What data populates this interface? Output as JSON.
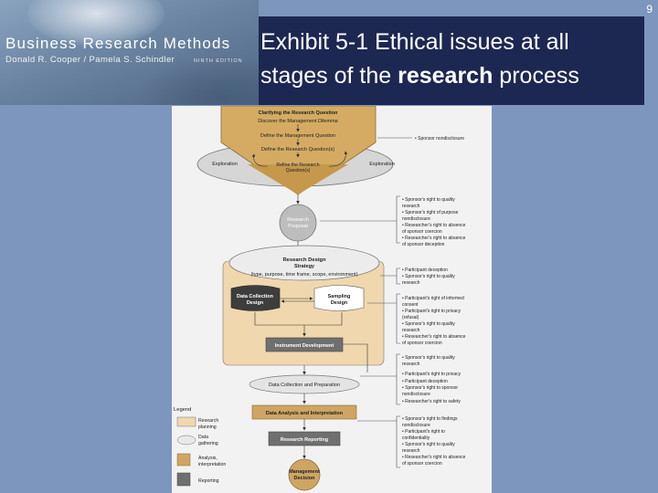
{
  "page_number": "9",
  "book": {
    "title": "Business Research Methods",
    "authors": "Donald R. Cooper / Pamela S. Schindler",
    "edition": "NINTH EDITION"
  },
  "slide_title": {
    "line1": "Exhibit 5-1 Ethical issues at all",
    "line2_pre": "stages of the ",
    "line2_bold": "research",
    "line2_post": " process"
  },
  "diagram": {
    "funnel_items": [
      "Clarifying the Research Question",
      "Discover the Management Dilemma",
      "Define the Management Question",
      "Define the Research Question(s)"
    ],
    "exploration_left": "Exploration",
    "exploration_right": "Exploration",
    "refine": [
      "Refine the Research",
      "Question(s)"
    ],
    "research_proposal": [
      "Research",
      "Proposal"
    ],
    "design": {
      "title": "Research Design",
      "strategy": "Strategy",
      "strategy_detail": "(type, purpose, time frame, scope, environment)",
      "data_collection": [
        "Data Collection",
        "Design"
      ],
      "sampling": [
        "Sampling",
        "Design"
      ],
      "instrument": "Instrument Development"
    },
    "data_collection_prep": "Data Collection and Preparation",
    "analysis": "Data Analysis and Interpretation",
    "reporting": "Research Reporting",
    "decision": [
      "Management",
      "Decision"
    ],
    "issue_groups": [
      [
        "• Sponsor nondisclosure"
      ],
      [
        "• Sponsor's right to quality",
        "  research",
        "• Sponsor's right of purpose",
        "  nondisclosure",
        "• Researcher's right to absence",
        "  of sponsor coercion",
        "• Researcher's right to absence",
        "  of sponsor deception"
      ],
      [
        "• Participant deception",
        "• Sponsor's right to quality",
        "  research"
      ],
      [
        "• Participant's right of informed",
        "  consent",
        "• Participant's right to privacy",
        "  (refusal)",
        "• Sponsor's right to quality",
        "  research",
        "• Researcher's right to absence",
        "  of sponsor coercion"
      ],
      [
        "• Sponsor's right to quality",
        "  research",
        "• Participant's right to privacy",
        "• Participant deception",
        "• Sponsor's right to sponsor",
        "  nondisclosure",
        "• Researcher's right to safety"
      ],
      [
        "• Sponsor's right to findings",
        "  nondisclosure",
        "• Participant's right to",
        "  confidentiality",
        "• Sponsor's right to quality",
        "  research",
        "• Researcher's right to absence",
        "  of sponsor coercion"
      ]
    ],
    "legend": {
      "title": "Legend",
      "items": [
        [
          "Research",
          "planning"
        ],
        [
          "Data",
          "gathering"
        ],
        [
          "Analysis,",
          "interpretation"
        ],
        [
          "Reporting"
        ]
      ]
    }
  },
  "colors": {
    "background": "#7d96bd",
    "title_box": "#1c2752",
    "funnel": "#d5ab63",
    "planning": "#f0d7ad",
    "gathering": "#e9e9e9",
    "analysis": "#cfa563",
    "reporting": "#6f6f6f"
  }
}
